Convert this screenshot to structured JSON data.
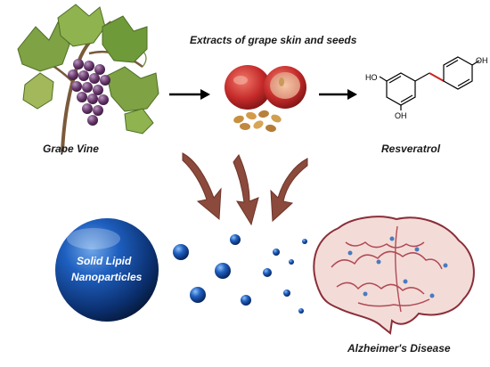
{
  "labels": {
    "extracts": "Extracts of grape skin and seeds",
    "grape_vine": "Grape Vine",
    "resveratrol": "Resveratrol",
    "disease": "Alzheimer's Disease",
    "sln_line1": "Solid Lipid",
    "sln_line2": "Nanoparticles"
  },
  "molecule_labels": {
    "oh_top_left": "HO",
    "oh_bottom": "OH",
    "oh_right": "OH"
  },
  "colors": {
    "arrow_brown": "#8b4a3c",
    "sphere_blue": "#0d3f8f",
    "brain_red": "#b24a55",
    "grape_purple": "#6b3a6e",
    "leaf_green": "#6f9a3a"
  },
  "icons": [
    "grape-vine-illustration",
    "grape-and-seeds-illustration",
    "resveratrol-structure",
    "curved-down-arrows",
    "nanoparticle-sphere",
    "brain-illustration"
  ]
}
